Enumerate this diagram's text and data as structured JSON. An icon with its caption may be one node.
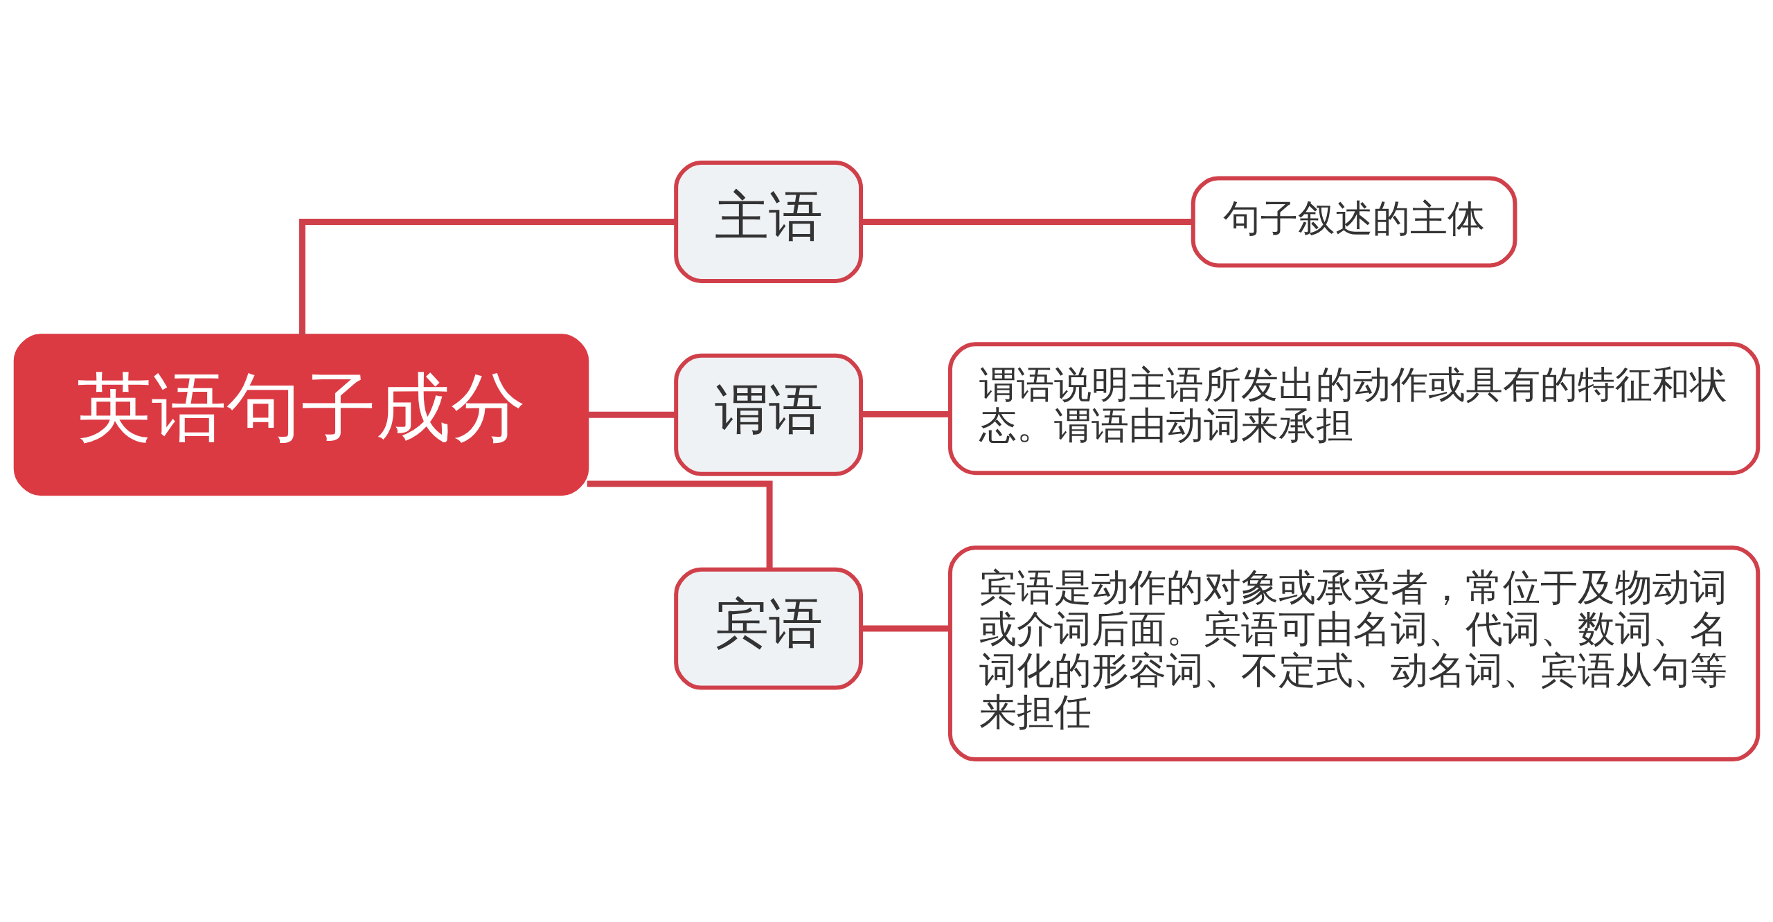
{
  "diagram": {
    "nodes": [
      {
        "text": [
          "英语句子成分"
        ]
      },
      {
        "text": [
          "主语"
        ]
      },
      {
        "text": [
          "句子叙述的主体"
        ]
      },
      {
        "text": [
          "谓语"
        ]
      },
      {
        "text": [
          "谓语说明主语所发出的动作或具有的特征和状态。谓语由动词来承担"
        ]
      },
      {
        "text": [
          "宾语"
        ]
      },
      {
        "text": [
          "宾语是动作的对象或承受者，常位于及物动词或介词后面。宾语可由名词、代词、数词、名词化的形容词、不定式、动名词、宾语从句等来担任"
        ]
      }
    ],
    "edges": [
      {
        "from": 0,
        "to": 1,
        "arrow": "none"
      },
      {
        "from": 0,
        "to": 3,
        "arrow": "none"
      },
      {
        "from": 0,
        "to": 5,
        "arrow": "none"
      },
      {
        "from": 1,
        "to": 2,
        "arrow": "none"
      },
      {
        "from": 3,
        "to": 4,
        "arrow": "none"
      },
      {
        "from": 5,
        "to": 6,
        "arrow": "none"
      }
    ]
  }
}
